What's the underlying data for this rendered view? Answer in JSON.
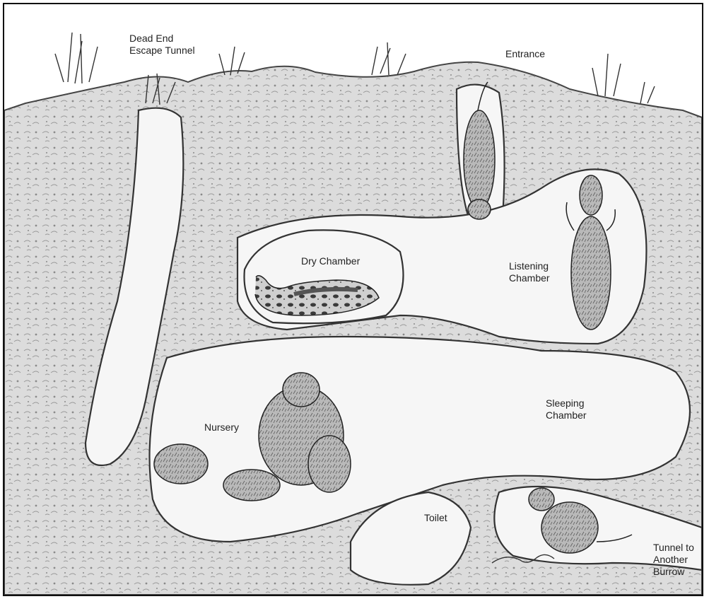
{
  "diagram": {
    "labels": {
      "dead_end": [
        "Dead End",
        "Escape Tunnel"
      ],
      "entrance": [
        "Entrance"
      ],
      "dry_chamber": [
        "Dry Chamber"
      ],
      "listening_chamber": [
        "Listening",
        "Chamber"
      ],
      "nursery": [
        "Nursery"
      ],
      "sleeping_chamber": [
        "Sleeping",
        "Chamber"
      ],
      "toilet": [
        "Toilet"
      ],
      "tunnel_to_burrow": [
        "Tunnel to",
        "Another",
        "Burrow"
      ]
    },
    "colors": {
      "ink": "#222222",
      "soil": "#d9d9d9",
      "tunnel": "#f7f7f7",
      "frame": "#111111"
    }
  }
}
